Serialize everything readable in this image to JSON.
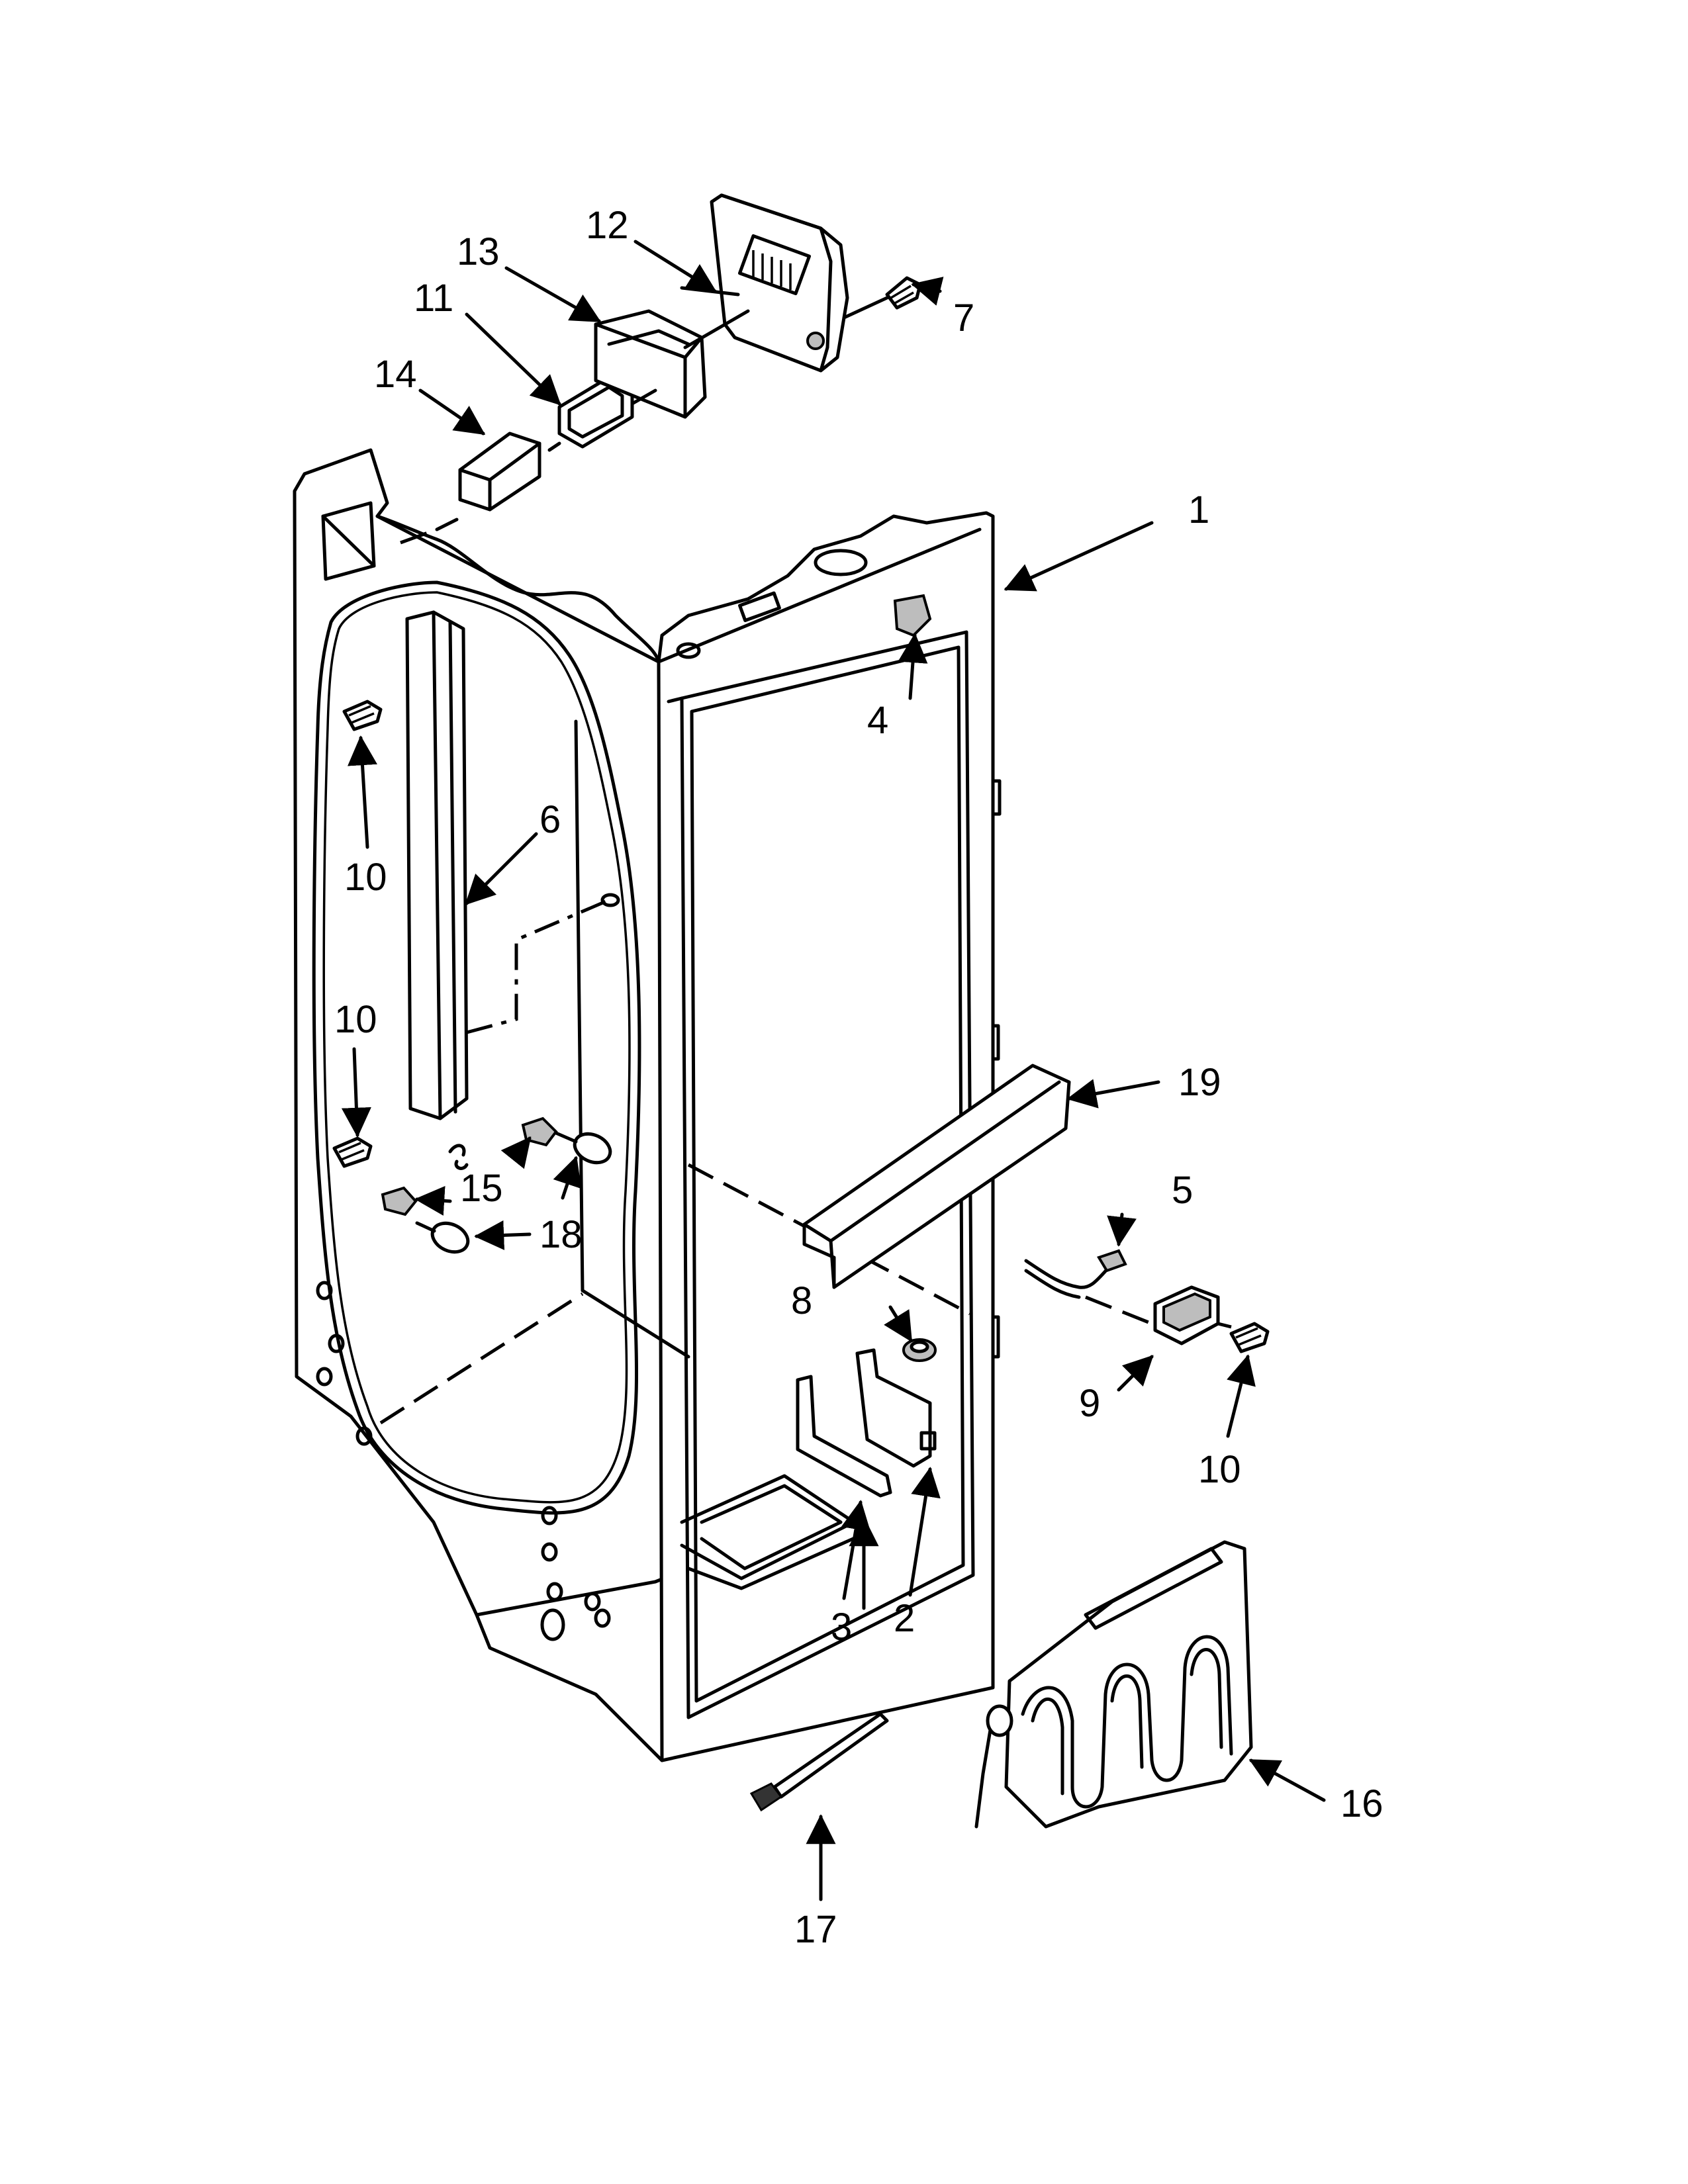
{
  "labels": {
    "p1": "1",
    "p2": "2",
    "p3": "3",
    "p4": "4",
    "p5": "5",
    "p6": "6",
    "p7": "7",
    "p8": "8",
    "p9": "9",
    "p10a": "10",
    "p10b": "10",
    "p10c": "10",
    "p11": "11",
    "p12": "12",
    "p13": "13",
    "p14": "14",
    "p15": "15",
    "p16": "16",
    "p17": "17",
    "p18": "18",
    "p19": "19"
  }
}
